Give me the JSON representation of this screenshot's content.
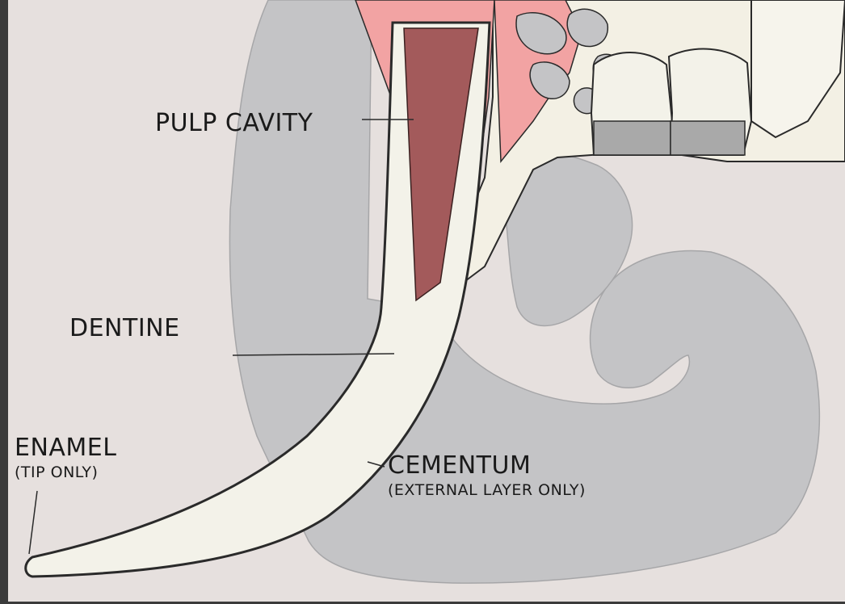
{
  "labels": {
    "pulp_cavity": "PULP CAVITY",
    "dentine": "DENTINE",
    "enamel": "ENAMEL",
    "enamel_note": "(TIP ONLY)",
    "cementum": "CEMENTUM",
    "cementum_note": "(EXTERNAL LAYER ONLY)"
  },
  "colors": {
    "frame": "#3b3b3b",
    "background": "#e6e0de",
    "soft_tissue": "#c4c4c6",
    "bone_marrow": "#f2a3a3",
    "pulp": "#a35a5b",
    "tusk": "#f3f2e9",
    "outline": "#2a2a2a"
  }
}
